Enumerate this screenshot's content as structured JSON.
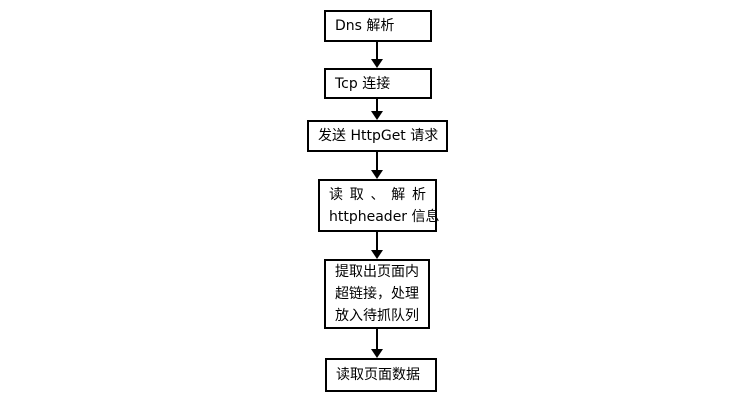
{
  "diagram": {
    "type": "flowchart",
    "direction": "top-to-bottom",
    "colors": {
      "background": "#ffffff",
      "node_fill": "#ffffff",
      "node_border": "#000000",
      "text": "#000000",
      "arrow": "#000000"
    },
    "nodes": [
      {
        "id": "dns-resolve",
        "lines": [
          "Dns 解析"
        ]
      },
      {
        "id": "tcp-connect",
        "lines": [
          "Tcp 连接"
        ]
      },
      {
        "id": "send-httpget",
        "lines": [
          "发送 HttpGet 请求"
        ]
      },
      {
        "id": "parse-httpheader",
        "lines": [
          "读 取 、 解 析",
          "httpheader 信息"
        ]
      },
      {
        "id": "extract-links",
        "lines": [
          "提取出页面内",
          "超链接，处理",
          "放入待抓队列"
        ]
      },
      {
        "id": "read-page-data",
        "lines": [
          "读取页面数据"
        ]
      }
    ],
    "edges": [
      {
        "from": "dns-resolve",
        "to": "tcp-connect",
        "style": "solid-arrow-down"
      },
      {
        "from": "tcp-connect",
        "to": "send-httpget",
        "style": "solid-arrow-down"
      },
      {
        "from": "send-httpget",
        "to": "parse-httpheader",
        "style": "solid-arrow-down"
      },
      {
        "from": "parse-httpheader",
        "to": "extract-links",
        "style": "solid-arrow-down"
      },
      {
        "from": "extract-links",
        "to": "read-page-data",
        "style": "solid-arrow-down"
      }
    ]
  }
}
